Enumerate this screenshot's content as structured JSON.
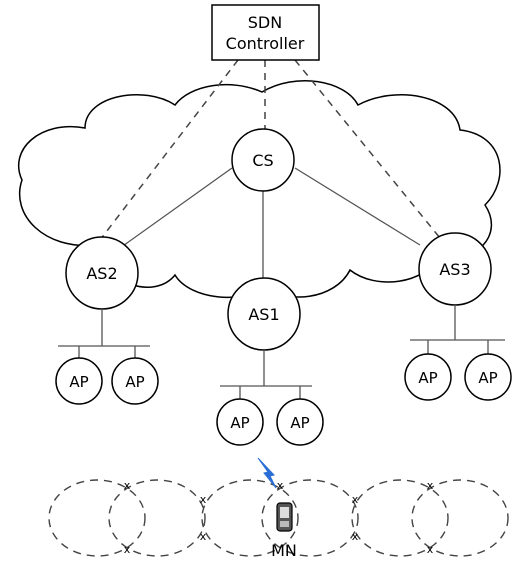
{
  "diagram": {
    "controller": {
      "line1": "SDN",
      "line2": "Controller"
    },
    "core_switch": {
      "label": "CS"
    },
    "access_switches": [
      {
        "label": "AS2"
      },
      {
        "label": "AS1"
      },
      {
        "label": "AS3"
      }
    ],
    "access_points": [
      {
        "label": "AP"
      },
      {
        "label": "AP"
      },
      {
        "label": "AP"
      },
      {
        "label": "AP"
      },
      {
        "label": "AP"
      },
      {
        "label": "AP"
      }
    ],
    "mobile_node": {
      "label": "MN"
    },
    "coverage_overlap_marker": "x",
    "colors": {
      "line": "#000000",
      "dashed": "#444444",
      "wireless_link": "#2b6fd6",
      "node_fill": "#ffffff"
    }
  }
}
